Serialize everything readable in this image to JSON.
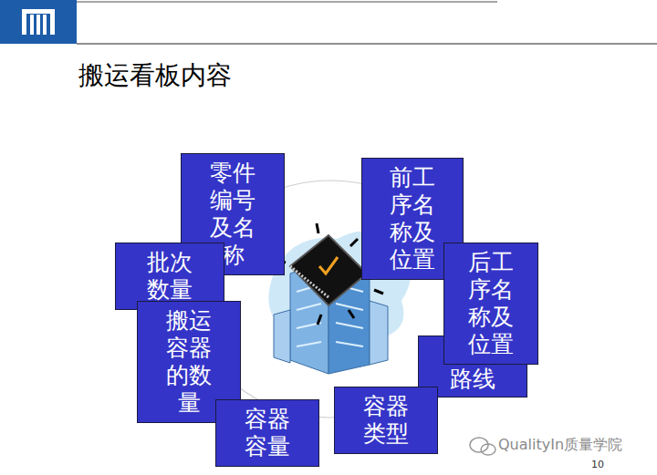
{
  "diagram": {
    "title": "搬运看板内容",
    "nodes": [
      {
        "text": [
          "零件编号及名称"
        ]
      },
      {
        "text": [
          "前工序名称及位置"
        ]
      },
      {
        "text": [
          "批次数量"
        ]
      },
      {
        "text": [
          "后工序名称及位置"
        ]
      },
      {
        "text": [
          "搬运容器的数量"
        ]
      },
      {
        "text": [
          "路线"
        ]
      },
      {
        "text": [
          "容器容量"
        ]
      },
      {
        "text": [
          "容器类型"
        ]
      }
    ],
    "labels": [
      "QualityIn质量学院",
      "10"
    ]
  }
}
